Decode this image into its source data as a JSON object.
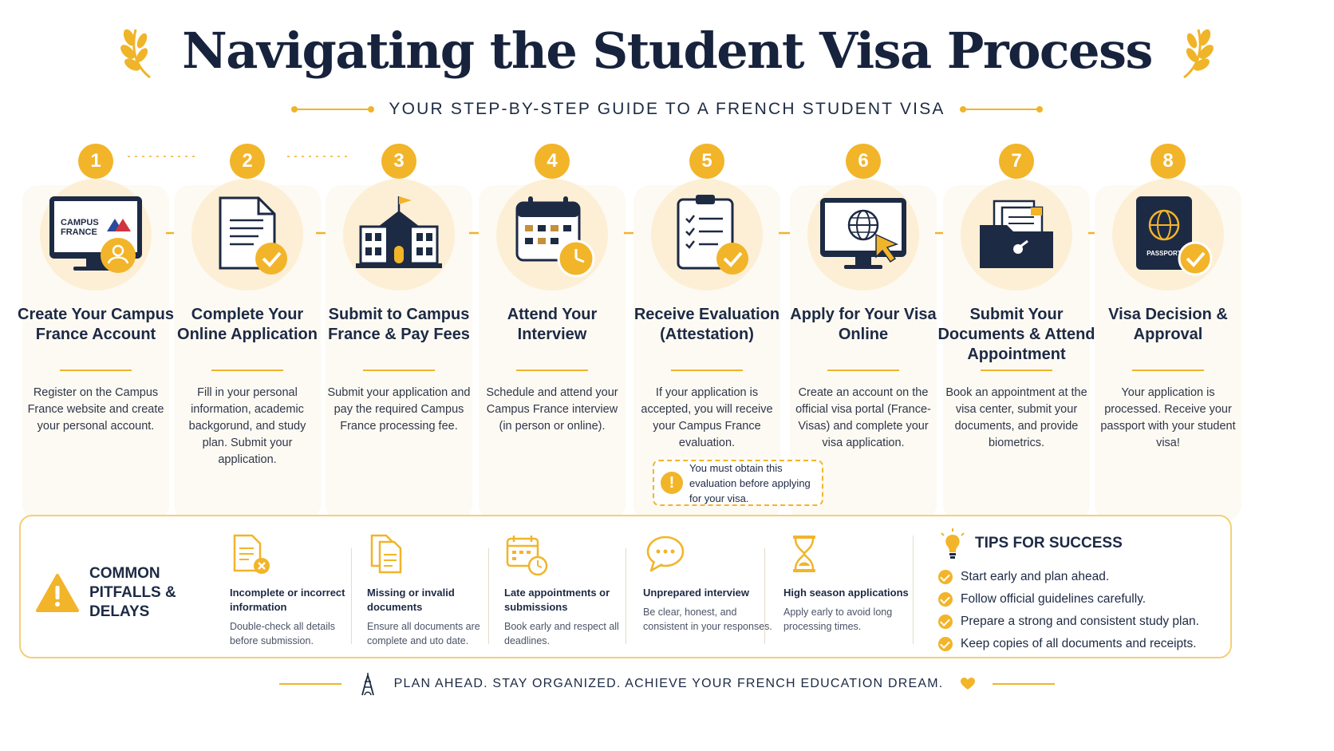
{
  "header": {
    "title": "Navigating the Student Visa Process",
    "subtitle": "YOUR STEP-BY-STEP GUIDE TO A FRENCH STUDENT VISA",
    "icon": "laurel-icon"
  },
  "colors": {
    "accent": "#f2b429",
    "navy": "#1d2a44",
    "card": "#fdfaf3",
    "icon_bg": "#fcefd5"
  },
  "steps": [
    {
      "num": "1",
      "title": "Create Your Campus France Account",
      "desc": "Register on the Campus France website and create your personal account.",
      "icon": "monitor-user-icon",
      "logo_text_1": "CAMPUS",
      "logo_text_2": "FRANCE"
    },
    {
      "num": "2",
      "title": "Complete Your Online Application",
      "desc": "Fill in your personal information, academic backgorund, and study plan. Submit your application.",
      "icon": "document-check-icon"
    },
    {
      "num": "3",
      "title": "Submit to Campus France & Pay Fees",
      "desc": "Submit your application and pay the required Campus France processing fee.",
      "icon": "university-building-icon"
    },
    {
      "num": "4",
      "title": "Attend Your Interview",
      "desc": "Schedule and attend your Campus France interview (in person or online).",
      "icon": "calendar-clock-icon"
    },
    {
      "num": "5",
      "title": "Receive Evaluation (Attestation)",
      "desc": "If your application is accepted, you will receive your Campus France evaluation.",
      "icon": "clipboard-check-icon"
    },
    {
      "num": "6",
      "title": "Apply for Your Visa Online",
      "desc": "Create an account on the official visa portal (France-Visas) and complete your visa application.",
      "icon": "monitor-globe-icon"
    },
    {
      "num": "7",
      "title": "Submit Your Documents & Attend Appointment",
      "desc": "Book an appointment at the visa center, submit your documents, and provide biometrics.",
      "icon": "folder-documents-icon"
    },
    {
      "num": "8",
      "title": "Visa Decision & Approval",
      "desc": "Your application is processed. Receive your passport with your student visa!",
      "icon": "passport-check-icon",
      "passport_text": "PASSPORT"
    }
  ],
  "note": {
    "text": "You must obtain this evaluation before applying for your visa.",
    "icon": "exclamation-icon"
  },
  "pitfalls": {
    "title": "COMMON PITFALLS & DELAYS",
    "icon": "warning-triangle-icon",
    "items": [
      {
        "title": "Incomplete or incorrect information",
        "desc": "Double-check all details before submission.",
        "icon": "document-x-icon"
      },
      {
        "title": "Missing or invalid documents",
        "desc": "Ensure all documents are complete and uto date.",
        "icon": "documents-icon"
      },
      {
        "title": "Late appointments or submissions",
        "desc": "Book early and respect all deadlines.",
        "icon": "calendar-late-icon"
      },
      {
        "title": "Unprepared interview",
        "desc": "Be clear, honest, and consistent in your responses.",
        "icon": "speech-bubble-icon"
      },
      {
        "title": "High season applications",
        "desc": "Apply early to avoid long processing times.",
        "icon": "hourglass-icon"
      }
    ]
  },
  "tips": {
    "title": "TIPS FOR SUCCESS",
    "icon": "lightbulb-icon",
    "items": [
      "Start early and plan ahead.",
      "Follow official guidelines carefully.",
      "Prepare a strong and consistent study plan.",
      "Keep copies of all documents and receipts."
    ]
  },
  "footer": {
    "text": "PLAN AHEAD. STAY ORGANIZED. ACHIEVE YOUR FRENCH EDUCATION DREAM.",
    "left_icon": "eiffel-tower-icon",
    "right_icon": "heart-icon"
  }
}
